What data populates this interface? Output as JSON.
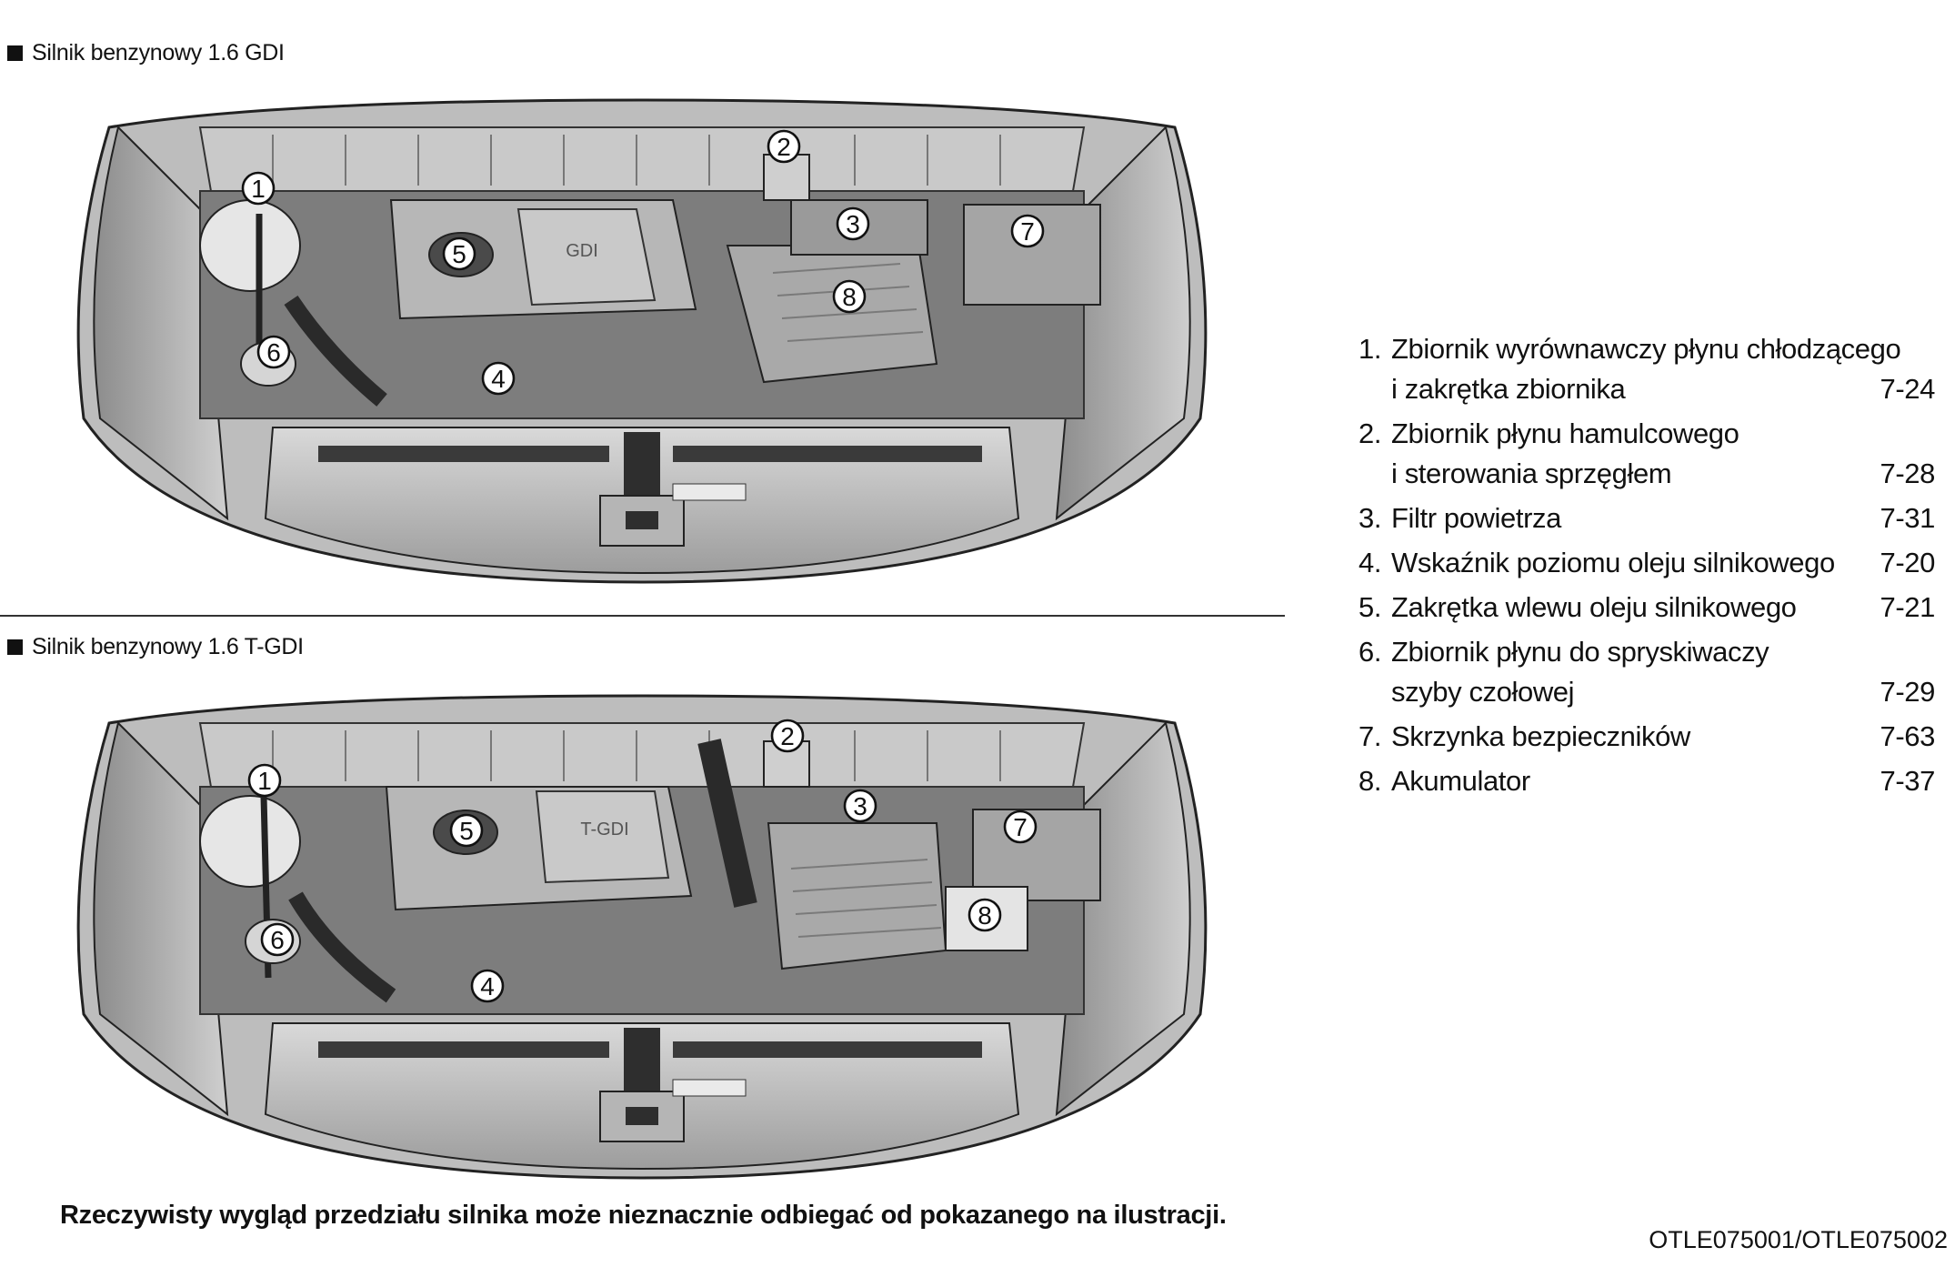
{
  "sections": [
    {
      "title": "Silnik benzynowy 1.6 GDI",
      "badge": "GDI"
    },
    {
      "title": "Silnik benzynowy 1.6 T-GDI",
      "badge": "T-GDI"
    }
  ],
  "callouts": [
    "1",
    "2",
    "3",
    "4",
    "5",
    "6",
    "7",
    "8"
  ],
  "legend": [
    {
      "num": "1.",
      "lines": [
        "Zbiornik wyrównawczy płynu chłodzącego",
        "i zakrętka zbiornika"
      ],
      "page": "7-24"
    },
    {
      "num": "2.",
      "lines": [
        "Zbiornik płynu hamulcowego",
        "i sterowania sprzęgłem"
      ],
      "page": "7-28"
    },
    {
      "num": "3.",
      "lines": [
        "Filtr powietrza"
      ],
      "page": "7-31"
    },
    {
      "num": "4.",
      "lines": [
        "Wskaźnik poziomu oleju silnikowego"
      ],
      "page": "7-20"
    },
    {
      "num": "5.",
      "lines": [
        "Zakrętka wlewu oleju silnikowego"
      ],
      "page": "7-21"
    },
    {
      "num": "6.",
      "lines": [
        "Zbiornik płynu do spryskiwaczy",
        "szyby czołowej"
      ],
      "page": "7-29"
    },
    {
      "num": "7.",
      "lines": [
        "Skrzynka bezpieczników"
      ],
      "page": "7-63"
    },
    {
      "num": "8.",
      "lines": [
        "Akumulator"
      ],
      "page": "7-37"
    }
  ],
  "footnote": "Rzeczywisty wygląd przedziału silnika może nieznacznie odbiegać od pokazanego na ilustracji.",
  "figure_code": "OTLE075001/OTLE075002"
}
